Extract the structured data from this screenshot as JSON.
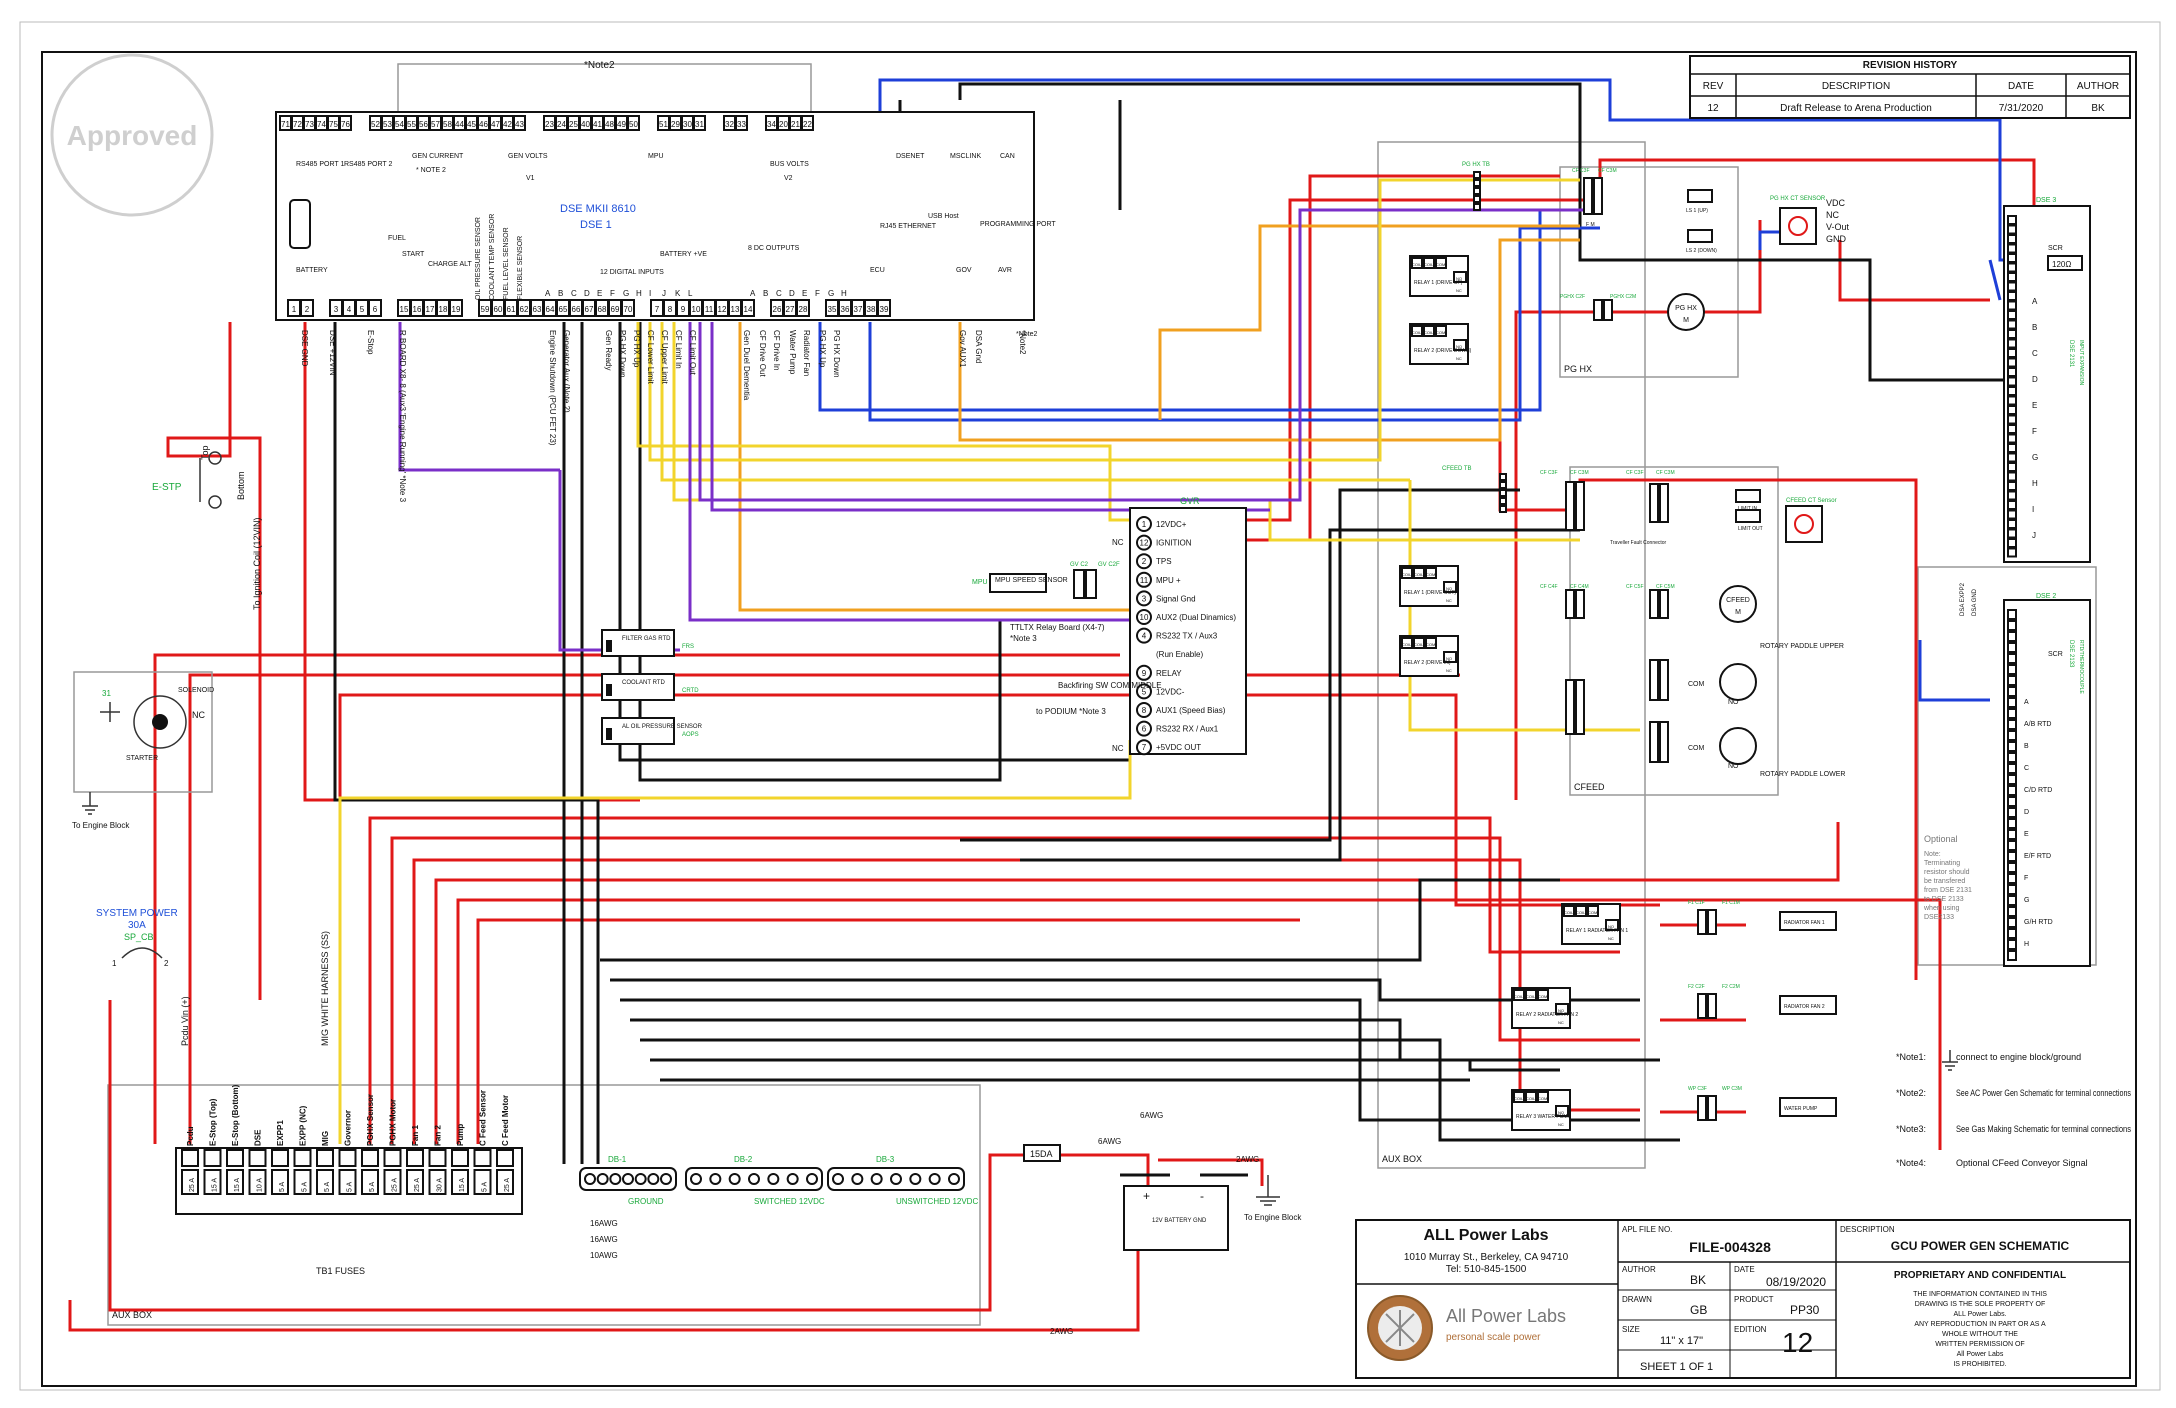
{
  "approved_stamp": "Approved",
  "note2_top": "*Note2",
  "controller": {
    "model": "DSE MKII 8610",
    "name": "DSE 1",
    "top_terminals": [
      "71",
      "72",
      "73",
      "74",
      "75",
      "76",
      "52",
      "53",
      "54",
      "55",
      "56",
      "57",
      "58",
      "44",
      "45",
      "46",
      "47",
      "42",
      "43",
      "23",
      "24",
      "25",
      "40",
      "41",
      "48",
      "49",
      "50",
      "51",
      "29",
      "30",
      "31",
      "32",
      "33",
      "34",
      "20",
      "21",
      "22"
    ],
    "bottom_terminals": [
      "1",
      "2",
      "3",
      "4",
      "5",
      "6",
      "15",
      "16",
      "17",
      "18",
      "19",
      "59",
      "60",
      "61",
      "62",
      "63",
      "64",
      "65",
      "66",
      "67",
      "68",
      "69",
      "70",
      "7",
      "8",
      "9",
      "10",
      "11",
      "12",
      "13",
      "14",
      "26",
      "27",
      "28",
      "35",
      "36",
      "37",
      "38",
      "39"
    ],
    "groups": [
      "RS485 PORT 1",
      "RS485 PORT 2",
      "GEN CURRENT",
      "* NOTE 2",
      "GEN VOLTS",
      "V1",
      "MPU",
      "BUS VOLTS",
      "V2",
      "DSENET",
      "MSCLINK",
      "CAN",
      "BATTERY",
      "FUEL",
      "START",
      "CHARGE ALT",
      "12 DIGITAL INPUTS",
      "BATTERY +VE",
      "8 DC OUTPUTS",
      "ECU",
      "GOV",
      "AVR",
      "RJ45 ETHERNET",
      "USB Host",
      "PROGRAMMING PORT",
      "*Note2"
    ],
    "sensor_labels": [
      "OIL PRESSURE SENSOR",
      "COOLANT TEMP SENSOR",
      "FUEL LEVEL SENSOR",
      "FLEXIBLE SENSOR"
    ],
    "input_letters": [
      "A",
      "B",
      "C",
      "D",
      "E",
      "F",
      "G",
      "H",
      "I",
      "J",
      "K",
      "L"
    ],
    "output_letters": [
      "A",
      "B",
      "C",
      "D",
      "E",
      "F",
      "G",
      "H"
    ]
  },
  "wire_labels": [
    "DSE GND",
    "DSE +12VIN",
    "E-Stop",
    "R BOARD X8- 8 (Aux3 'Engine Running' *Note 3",
    "Engine Shutdown (PCU FET 23)",
    "Generator Aux (Note 2)",
    "Gen Ready",
    "PG HX Down",
    "PG HX Up",
    "CF Lower Limit",
    "CF Upper Limit",
    "CF Limit In",
    "CF Limit Out",
    "Gen Duel Dementia",
    "CF Drive Out",
    "CF Drive In",
    "Water Pump",
    "Radiator Fan",
    "PG HX Up",
    "PG HX Down",
    "Gov AUX1",
    "DSA Gnd",
    "*Note2"
  ],
  "e_stop": {
    "label": "E-STP",
    "top": "Top",
    "bottom": "Bottom",
    "ignition": "To Ignition Coil (12VIN)"
  },
  "starter": {
    "number": "31",
    "solenoid": "SOLENOID",
    "nc": "NC",
    "label": "STARTER",
    "ground": "To Engine Block"
  },
  "system_power": {
    "label": "SYSTEM POWER",
    "amps": "30A",
    "breaker": "SP_CB",
    "pins": [
      "1",
      "2"
    ]
  },
  "vertical_labels": [
    "Pcdu Vin (+)",
    "MIG WHITE HARNESS (SS)"
  ],
  "fuses": {
    "names": [
      "Pcdu",
      "E-Stop (Top)",
      "E-Stop (Bottom)",
      "DSE",
      "EXPP1",
      "EXPP (NC)",
      "MIG",
      "Governor",
      "PGHX Sensor",
      "PGHX Motor",
      "Fan 1",
      "Fan 2",
      "Pump",
      "C Feed Sensor",
      "C Feed Motor"
    ],
    "ratings": [
      "25 A",
      "15 A",
      "15 A",
      "10 A",
      "5 A",
      "5 A",
      "5 A",
      "5 A",
      "5 A",
      "25 A",
      "25 A",
      "30 A",
      "15 A",
      "5 A",
      "25 A"
    ],
    "label": "TB1 FUSES",
    "aux_box": "AUX BOX"
  },
  "distribution": [
    {
      "name": "DB-1",
      "sub": "GROUND"
    },
    {
      "name": "DB-2",
      "sub": "SWITCHED 12VDC"
    },
    {
      "name": "DB-3",
      "sub": "UNSWITCHED 12VDC"
    }
  ],
  "fuse_15a": "15DA",
  "gauges": [
    "6AWG",
    "6AWG",
    "2AWG",
    "16AWG",
    "16AWG",
    "10AWG",
    "2AWG"
  ],
  "battery": {
    "label": "12V BATTERY GND",
    "ground": "To Engine Block",
    "plus": "+",
    "minus": "-"
  },
  "governor": {
    "title": "GVR",
    "pins": [
      {
        "n": "1",
        "label": "12VDC+"
      },
      {
        "n": "12",
        "label": "IGNITION"
      },
      {
        "n": "2",
        "label": "TPS"
      },
      {
        "n": "11",
        "label": "MPU +"
      },
      {
        "n": "3",
        "label": "Signal Gnd"
      },
      {
        "n": "10",
        "label": "AUX2 (Dual Dinamics)"
      },
      {
        "n": "4",
        "label": "RS232 TX / Aux3"
      },
      {
        "n": "",
        "label": "(Run Enable)"
      },
      {
        "n": "9",
        "label": "RELAY"
      },
      {
        "n": "5",
        "label": "12VDC-"
      },
      {
        "n": "8",
        "label": "AUX1 (Speed Bias)"
      },
      {
        "n": "6",
        "label": "RS232 RX / Aux1"
      },
      {
        "n": "7",
        "label": "+5VDC OUT"
      }
    ],
    "nc": "NC",
    "mpu_sensor": "MPU SPEED SENSOR",
    "mpu": "MPU",
    "relay_board": "TTLTX Relay Board (X4-7)",
    "relay_note": "*Note 3",
    "backfiring": "Backfiring SW COM/MIDDLE",
    "podium": "to PODIUM *Note 3",
    "connectors": [
      "GV C2",
      "GV C2F"
    ]
  },
  "sensors": [
    {
      "label": "FILTER GAS RTD",
      "tag": "FRS"
    },
    {
      "label": "COOLANT RTD",
      "tag": "CRTD"
    },
    {
      "label": "AL OIL PRESSURE SENSOR",
      "tag": "AOPS"
    }
  ],
  "pg_hx": {
    "tb": "PG HX TB",
    "relays": [
      "RELAY 1 (DRIVE UP)",
      "RELAY 2 (DRIVE DOWN)"
    ],
    "limits": [
      "LS 1 (UP)",
      "LS 2 (DOWN)"
    ],
    "motor": "PG HX",
    "motor_sub": "M",
    "area": "PG HX",
    "connectors": [
      "CF C3F",
      "CF C3M",
      "PGHX C2F",
      "PGHX C2M"
    ],
    "fm": "F    M"
  },
  "cfeed": {
    "tb": "CFEED TB",
    "relays": [
      "RELAY 1 (DRIVE OUT)",
      "RELAY 2 (DRIVE IN)"
    ],
    "limits": [
      "LIMIT IN",
      "LIMIT OUT"
    ],
    "motor": "CFEED",
    "motor_sub": "M",
    "conveyor": "Traveller Fault Connector",
    "paddles": [
      "ROTARY PADDLE UPPER",
      "ROTARY PADDLE LOWER"
    ],
    "area": "CFEED",
    "com": "COM",
    "no": "NO",
    "connectors": [
      "CF C3F",
      "CF C3M",
      "CF C3F",
      "CF C3M",
      "CF C4F",
      "CF C4M",
      "CF C5F",
      "CF C5M"
    ]
  },
  "relay_cells": [
    "COIL",
    "COIL",
    "COM",
    "NO",
    "NC"
  ],
  "radiator": [
    {
      "relay": "RELAY 1 RADIATOR FAN 1",
      "fan": "RADIATOR FAN 1",
      "conn": [
        "F1 C1F",
        "F1 C1M"
      ]
    },
    {
      "relay": "RELAY 2 RADIATOR FAN 2",
      "fan": "RADIATOR FAN 2",
      "conn": [
        "F2 C2F",
        "F2 C2M"
      ]
    },
    {
      "relay": "RELAY 3 WATER PUMP",
      "fan": "WATER PUMP",
      "conn": [
        "WP C3F",
        "WP C3M"
      ]
    }
  ],
  "aux_box": "AUX BOX",
  "ct_sensor": {
    "label": "PG HX CT SENSOR",
    "pins": [
      "VDC",
      "NC",
      "V-Out",
      "GND"
    ]
  },
  "ct_sensor2": {
    "label": "CFEED CT Sensor"
  },
  "dse2131": {
    "title": "DSE 3",
    "name": "DSE 2131",
    "sub": "INPUT EXPANSION",
    "scr": "SCR",
    "ohm": "120Ω",
    "letters": [
      "A",
      "B",
      "C",
      "D",
      "E",
      "F",
      "G",
      "H",
      "I",
      "J"
    ]
  },
  "dse2133": {
    "title": "DSE 2",
    "name": "DSE 2133",
    "sub": "RTD/THERMOCOUPLE",
    "scr": "SCR",
    "letters": [
      "A",
      "A/B RTD",
      "B",
      "C",
      "C/D RTD",
      "D",
      "E",
      "E/F RTD",
      "F",
      "G",
      "G/H RTD",
      "H"
    ],
    "exp": [
      "DSA EXPP2",
      "DSA GND"
    ]
  },
  "optional_note": {
    "title": "Optional",
    "lines": [
      "Note:",
      "Terminating",
      "resistor should",
      "be transfered",
      "from DSE 2131",
      "to DSE 2133",
      "when using",
      "DSE2133"
    ]
  },
  "notes": [
    {
      "id": "*Note1:",
      "text": "connect to engine block/ground"
    },
    {
      "id": "*Note2:",
      "text": "See AC Power Gen Schematic for terminal connections"
    },
    {
      "id": "*Note3:",
      "text": "See Gas Making Schematic for terminal connections"
    },
    {
      "id": "*Note4:",
      "text": "Optional CFeed Conveyor Signal"
    }
  ],
  "revision": {
    "title": "REVISION HISTORY",
    "headers": [
      "REV",
      "DESCRIPTION",
      "DATE",
      "AUTHOR"
    ],
    "rows": [
      [
        "12",
        "Draft Release to Arena Production",
        "7/31/2020",
        "BK"
      ]
    ]
  },
  "titleblock": {
    "company": "ALL Power Labs",
    "address": "1010 Murray St., Berkeley, CA 94710",
    "tel": "Tel: 510-845-1500",
    "logo_text": "All Power Labs",
    "logo_sub": "personal scale power",
    "apl_file_label": "APL FILE NO.",
    "apl_file": "FILE-004328",
    "description_label": "DESCRIPTION",
    "description": "GCU POWER GEN SCHEMATIC",
    "author_label": "AUTHOR",
    "author": "BK",
    "date_label": "DATE",
    "date": "08/19/2020",
    "drawn_label": "DRAWN",
    "drawn": "GB",
    "product_label": "PRODUCT",
    "product": "PP30",
    "size_label": "SIZE",
    "size": "11\" x 17\"",
    "edition_label": "EDITION",
    "edition": "12",
    "sheet": "SHEET 1 OF 1",
    "prop_title": "PROPRIETARY AND CONFIDENTIAL",
    "prop_lines": [
      "THE INFORMATION CONTAINED IN THIS",
      "DRAWING IS THE SOLE PROPERTY OF",
      "ALL Power Labs.",
      "ANY REPRODUCTION IN PART OR AS A",
      "WHOLE WITHOUT THE",
      "WRITTEN PERMISSION OF",
      "All Power Labs",
      "IS PROHIBITED."
    ]
  },
  "colors": {
    "red": "#e01818",
    "black": "#111111",
    "yellow": "#f2d42c",
    "orange": "#f0a020",
    "blue": "#1e3fd8",
    "purple": "#7a2fc8",
    "green": "#18a83a",
    "grey": "#9a9a9a"
  }
}
